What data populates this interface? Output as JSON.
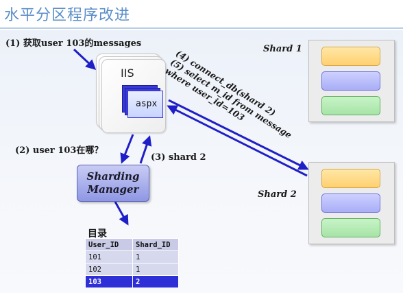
{
  "title": "水平分区程序改进",
  "steps": {
    "step1": "(1) 获取user 103的messages",
    "step2": "(2) user 103在哪？",
    "step3": "(3) shard 2",
    "step4": "(4) connect_db(shard 2)",
    "step5_line1": "(5) select m_id from message",
    "step5_line2": "where user_id=103"
  },
  "iis": {
    "label": "IIS",
    "page_label": "aspx"
  },
  "sharding_manager": {
    "line1": "Sharding",
    "line2": "Manager"
  },
  "shards": [
    {
      "name": "Shard 1"
    },
    {
      "name": "Shard 2"
    }
  ],
  "directory": {
    "label": "目录",
    "columns": [
      "User_ID",
      "Shard_ID"
    ],
    "rows": [
      {
        "user_id": "101",
        "shard_id": "1"
      },
      {
        "user_id": "102",
        "shard_id": "1"
      },
      {
        "user_id": "103",
        "shard_id": "2"
      }
    ],
    "highlight_row": 2
  },
  "colors": {
    "arrow": "#1f1fc8",
    "highlight": "#2f2fd8",
    "title": "#5b8ec8"
  }
}
